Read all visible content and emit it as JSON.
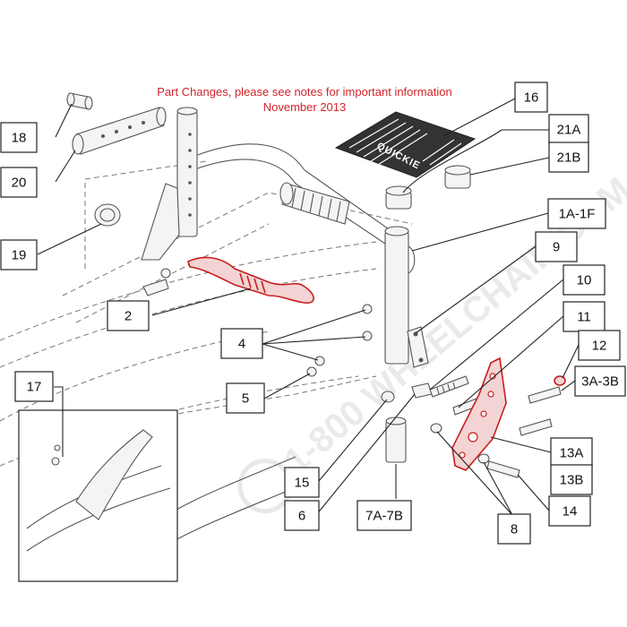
{
  "notice": {
    "line1": "Part Changes, please see notes for important information",
    "line2": "November 2013"
  },
  "colors": {
    "highlight": "#c81e1e",
    "notice": "#d2232a",
    "line": "#222222"
  },
  "callouts": {
    "c16": "16",
    "c21a": "21A",
    "c21b": "21B",
    "c18": "18",
    "c20": "20",
    "c19": "19",
    "c1a1f": "1A-1F",
    "c9": "9",
    "c10": "10",
    "c11": "11",
    "c12": "12",
    "c3a3b": "3A-3B",
    "c2": "2",
    "c4": "4",
    "c5": "5",
    "c17": "17",
    "c15": "15",
    "c6": "6",
    "c7a7b": "7A-7B",
    "c8": "8",
    "c13a": "13A",
    "c13b": "13B",
    "c14": "14"
  },
  "logo": {
    "text": "QUICKIE"
  },
  "watermark": {
    "text": "1-800 WHEELCHAIR.COM"
  }
}
